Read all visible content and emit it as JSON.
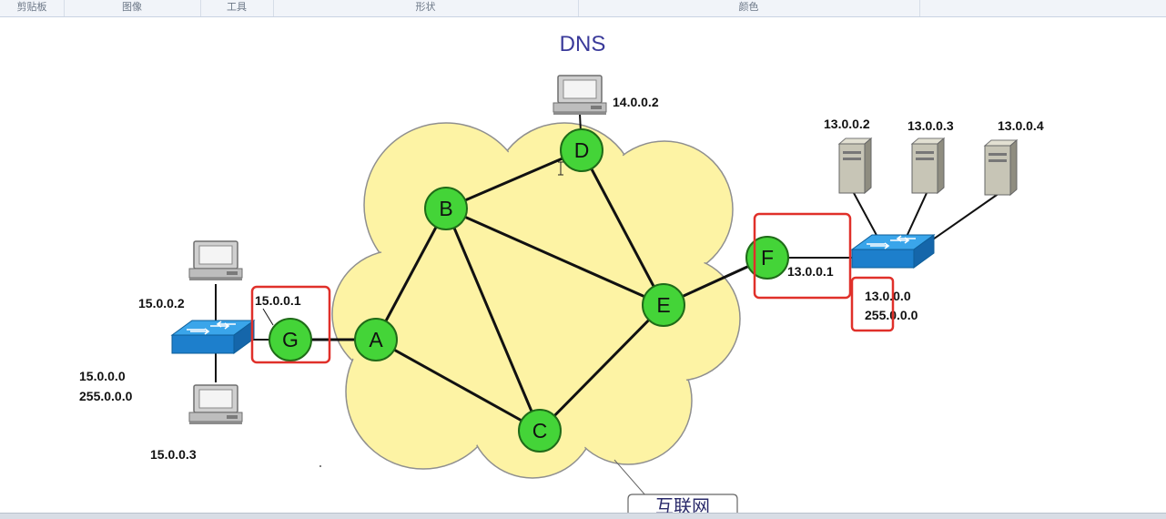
{
  "ribbon": {
    "groups": [
      "剪贴板",
      "图像",
      "工具",
      "形状",
      "颜色"
    ]
  },
  "diagram": {
    "dns_title": "DNS",
    "dns_ip": "14.0.0.2",
    "nodes": [
      "A",
      "B",
      "C",
      "D",
      "E",
      "F",
      "G"
    ],
    "cloud_label": "互联网",
    "left_network": {
      "host_top_ip": "15.0.0.2",
      "host_bottom_ip": "15.0.0.3",
      "gateway_ip": "15.0.0.1",
      "network": "15.0.0.0",
      "mask": "255.0.0.0"
    },
    "right_network": {
      "server_ips": [
        "13.0.0.2",
        "13.0.0.3",
        "13.0.0.4"
      ],
      "gateway_ip": "13.0.0.1",
      "network": "13.0.0.0",
      "mask": "255.0.0.0"
    }
  },
  "colors": {
    "node_fill": "#44d438",
    "cloud_fill": "#fdf3a4",
    "highlight_box": "#e0302a",
    "switch_blue": "#1d8fd8"
  }
}
